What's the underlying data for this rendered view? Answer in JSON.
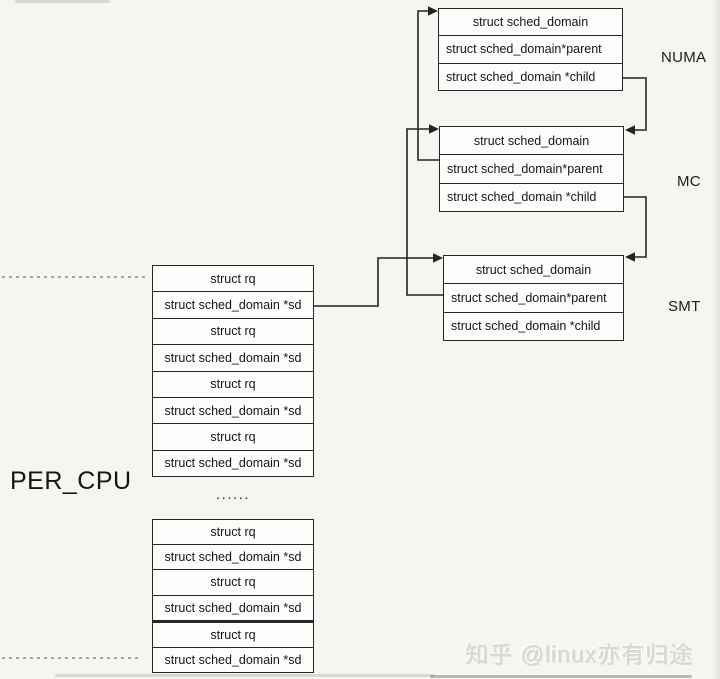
{
  "per_cpu": {
    "label": "PER_CPU",
    "ellipsis": "......",
    "block1_rows": [
      "struct rq",
      "struct sched_domain *sd",
      "struct rq",
      "struct sched_domain *sd",
      "struct rq",
      "struct sched_domain *sd",
      "struct rq",
      "struct sched_domain *sd"
    ],
    "block2_rows": [
      "struct rq",
      "struct sched_domain *sd",
      "struct rq",
      "struct sched_domain *sd",
      "struct rq",
      "struct sched_domain *sd"
    ]
  },
  "domains": {
    "numa": {
      "label": "NUMA",
      "header": "struct sched_domain",
      "parent": "struct sched_domain*parent",
      "child": "struct sched_domain *child"
    },
    "mc": {
      "label": "MC",
      "header": "struct sched_domain",
      "parent": "struct sched_domain*parent",
      "child": "struct sched_domain *child"
    },
    "smt": {
      "label": "SMT",
      "header": "struct sched_domain",
      "parent": "struct sched_domain*parent",
      "child": "struct sched_domain *child"
    }
  },
  "watermark": "知乎 @linux亦有归途",
  "colors": {
    "line": "#242424",
    "dashed_line": "#8a8a88",
    "background": "#f5f5f2",
    "box_fill": "#fdfdfc",
    "watermark": "#d7d7d4"
  }
}
